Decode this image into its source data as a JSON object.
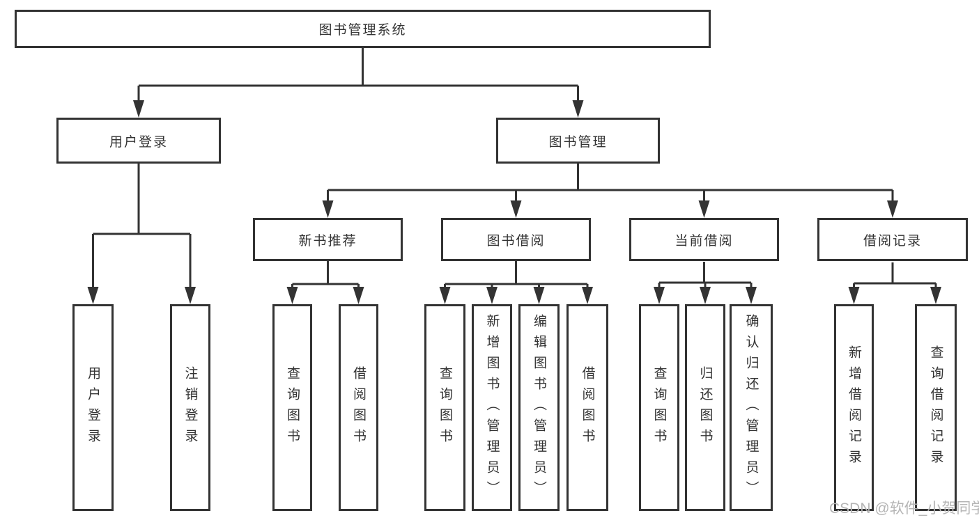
{
  "diagram": {
    "root": {
      "label": "图书管理系统"
    },
    "level2": [
      {
        "label": "用户登录"
      },
      {
        "label": "图书管理"
      }
    ],
    "level3": [
      {
        "label": "新书推荐"
      },
      {
        "label": "图书借阅"
      },
      {
        "label": "当前借阅"
      },
      {
        "label": "借阅记录"
      }
    ],
    "leaves": [
      {
        "label": "用户登录",
        "parent": "用户登录"
      },
      {
        "label": "注销登录",
        "parent": "用户登录"
      },
      {
        "label": "查询图书",
        "parent": "新书推荐"
      },
      {
        "label": "借阅图书",
        "parent": "新书推荐"
      },
      {
        "label": "查询图书",
        "parent": "图书借阅"
      },
      {
        "label": "新增图书（管理员）",
        "parent": "图书借阅"
      },
      {
        "label": "编辑图书（管理员）",
        "parent": "图书借阅"
      },
      {
        "label": "借阅图书",
        "parent": "图书借阅"
      },
      {
        "label": "查询图书",
        "parent": "当前借阅"
      },
      {
        "label": "归还图书",
        "parent": "当前借阅"
      },
      {
        "label": "确认归还（管理员）",
        "parent": "当前借阅"
      },
      {
        "label": "新增借阅记录",
        "parent": "借阅记录"
      },
      {
        "label": "查询借阅记录",
        "parent": "借阅记录"
      }
    ]
  },
  "watermark": {
    "text": "CSDN @软件_小贺同学"
  },
  "colors": {
    "line": "#333333",
    "text": "#333333",
    "background": "#ffffff",
    "watermark": "#b5b5b5"
  }
}
